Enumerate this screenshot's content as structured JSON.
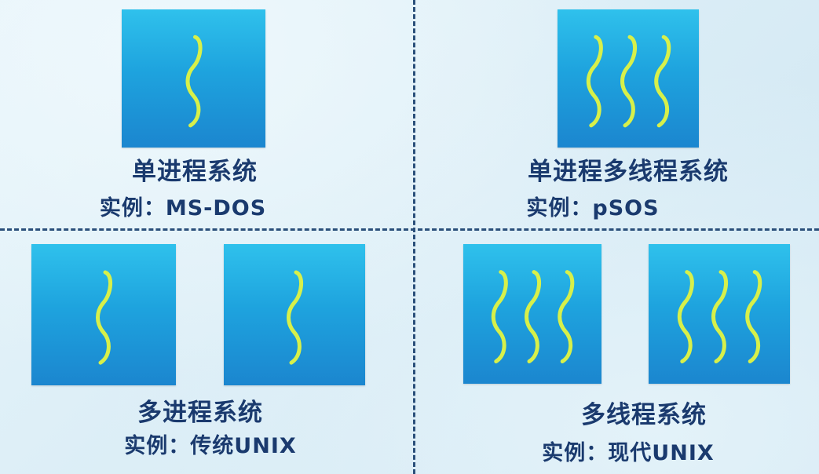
{
  "colors": {
    "box_top": "#2fc1ec",
    "box_bottom": "#1b86cf",
    "thread": "#d7f04a",
    "text": "#1a3a6e",
    "divider": "#2a4f7a"
  },
  "quadrants": {
    "top_left": {
      "title": "单进程系统",
      "example": "实例：MS-DOS",
      "processes": [
        {
          "threads": 1
        }
      ]
    },
    "top_right": {
      "title": "单进程多线程系统",
      "example": "实例：pSOS",
      "processes": [
        {
          "threads": 3
        }
      ]
    },
    "bottom_left": {
      "title": "多进程系统",
      "example": "实例：传统UNIX",
      "processes": [
        {
          "threads": 1
        },
        {
          "threads": 1
        }
      ]
    },
    "bottom_right": {
      "title": "多线程系统",
      "example": "实例：现代UNIX",
      "processes": [
        {
          "threads": 3
        },
        {
          "threads": 3
        }
      ]
    }
  }
}
